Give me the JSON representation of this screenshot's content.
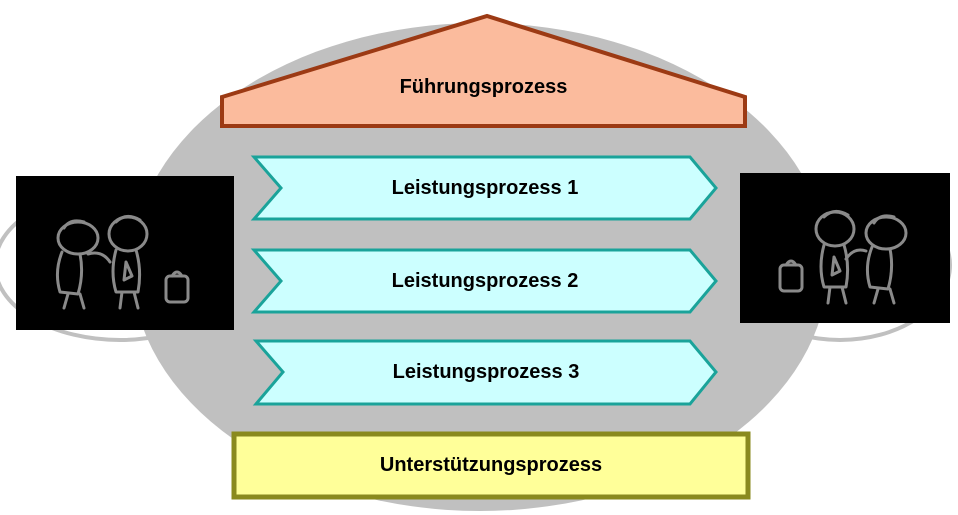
{
  "header": {
    "label": "Führungsprozess",
    "fill": "#fbbb9d",
    "stroke": "#9c3a14"
  },
  "processes": [
    {
      "label": "Leistungsprozess 1"
    },
    {
      "label": "Leistungsprozess 2"
    },
    {
      "label": "Leistungsprozess 3"
    }
  ],
  "process_style": {
    "fill": "#ccffff",
    "stroke": "#1aa39a"
  },
  "support": {
    "label": "Unterstützungsprozess",
    "fill": "#ffff99",
    "stroke": "#8a8a1e"
  },
  "ellipse_fill": "#c0c0c0",
  "icons": {
    "left": "people-clipart-icon",
    "right": "people-clipart-icon"
  }
}
